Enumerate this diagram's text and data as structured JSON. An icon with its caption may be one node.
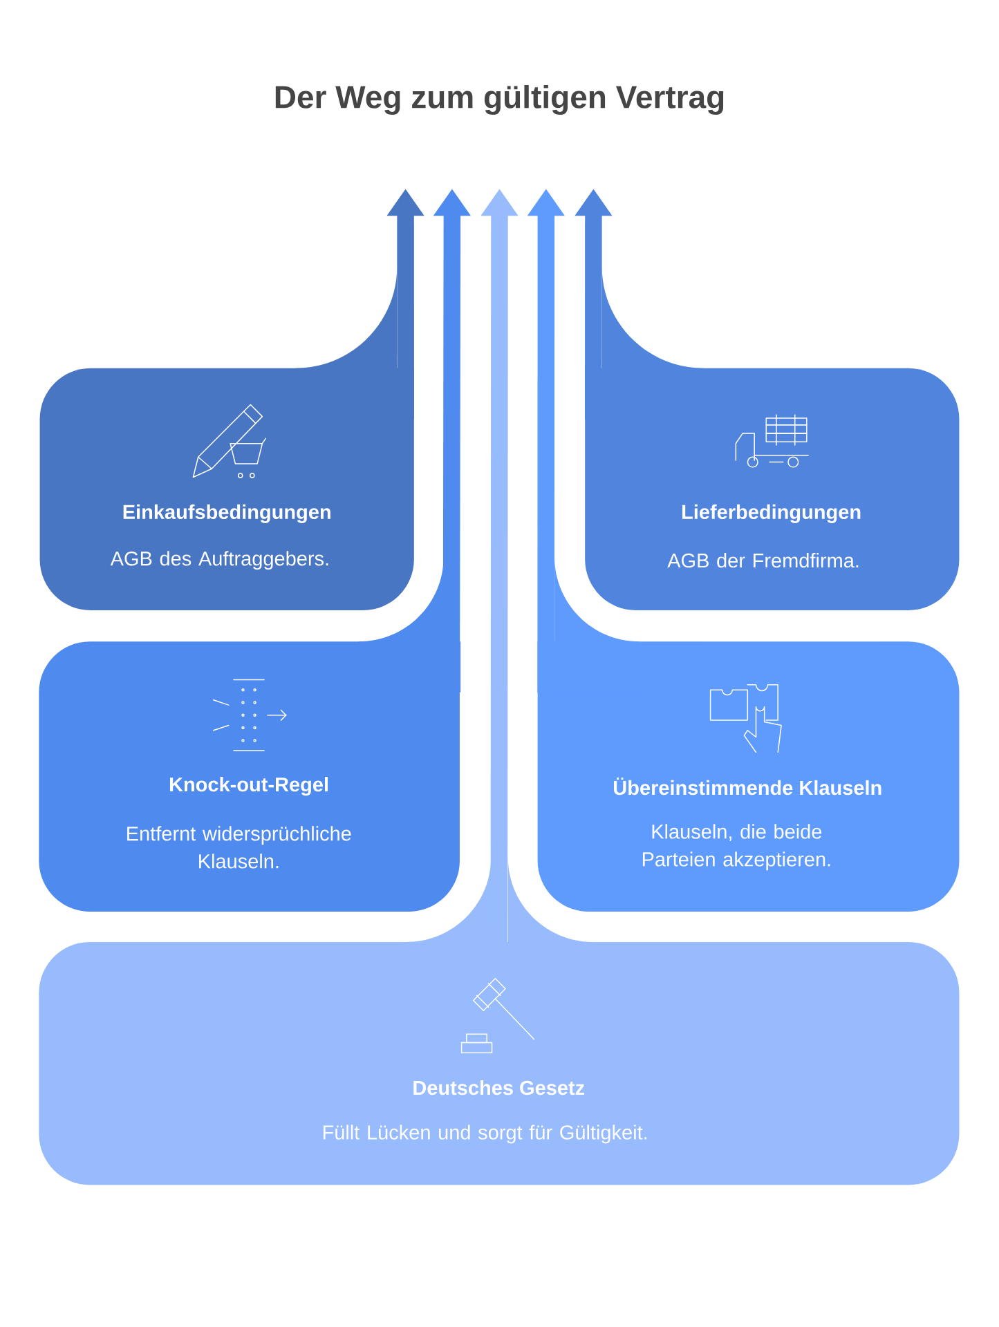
{
  "diagram": {
    "title": "Der Weg zum gültigen Vertrag",
    "nodes": [
      {
        "text": [
          "Einkaufsbedingungen",
          "AGB des Auftraggebers."
        ]
      },
      {
        "text": [
          "Lieferbedingungen",
          "AGB der Fremdfirma."
        ]
      },
      {
        "text": [
          "Knock-out-Regel",
          "Entfernt widersprüchliche Klauseln."
        ]
      },
      {
        "text": [
          "Übereinstimmende Klauseln",
          "Klauseln, die beide Parteien akzeptieren."
        ]
      },
      {
        "text": [
          "Deutsches Gesetz",
          "Füllt Lücken und sorgt für Gültigkeit."
        ]
      }
    ],
    "edges": [
      {
        "from": 0,
        "to": null,
        "arrow": "to",
        "color": "#4876c2"
      },
      {
        "from": 2,
        "to": null,
        "arrow": "to",
        "color": "#4f8aef"
      },
      {
        "from": 4,
        "to": null,
        "arrow": "to",
        "color": "#97bbfc"
      },
      {
        "from": 3,
        "to": null,
        "arrow": "to",
        "color": "#5e9bfd"
      },
      {
        "from": 1,
        "to": null,
        "arrow": "to",
        "color": "#5185dd"
      }
    ]
  }
}
